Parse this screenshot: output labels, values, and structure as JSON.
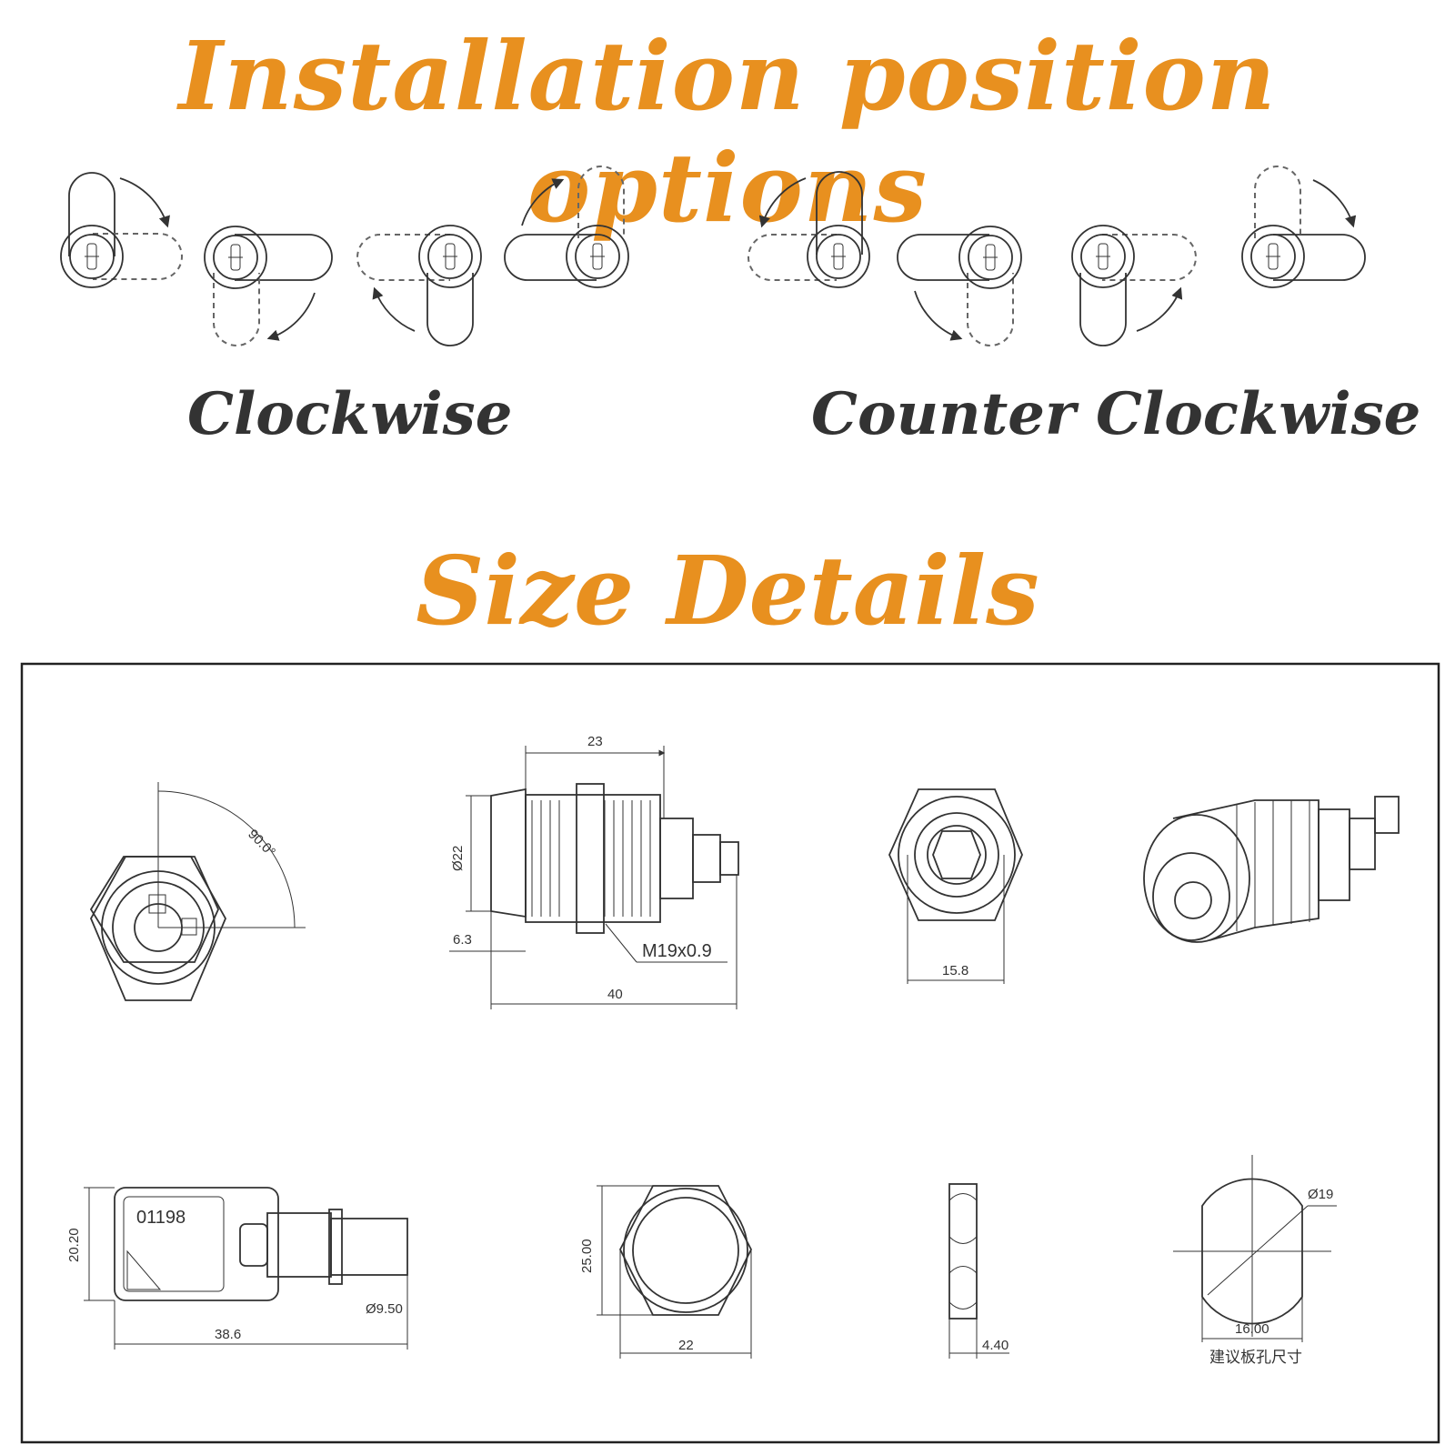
{
  "colors": {
    "accent": "#E8901F",
    "dark": "#333333",
    "frame": "#222222"
  },
  "titles": {
    "installation": "Installation position options",
    "size": "Size Details"
  },
  "directions": {
    "clockwise": "Clockwise",
    "counter_clockwise": "Counter Clockwise"
  },
  "dimensions": {
    "angle": "90.0°",
    "width_23": "23",
    "dia_22": "Ø22",
    "d_6_3": "6.3",
    "thread": "M19x0.9",
    "length_40": "40",
    "w_15_8": "15.8",
    "key_code": "01198",
    "h_20_20": "20.20",
    "dia_9_50": "Ø9.50",
    "len_38_6": "38.6",
    "h_25_00": "25.00",
    "w_22": "22",
    "t_4_40": "4.40",
    "dia_19": "Ø19",
    "w_16_00": "16.00",
    "hole_note": "建议板孔尺寸"
  }
}
